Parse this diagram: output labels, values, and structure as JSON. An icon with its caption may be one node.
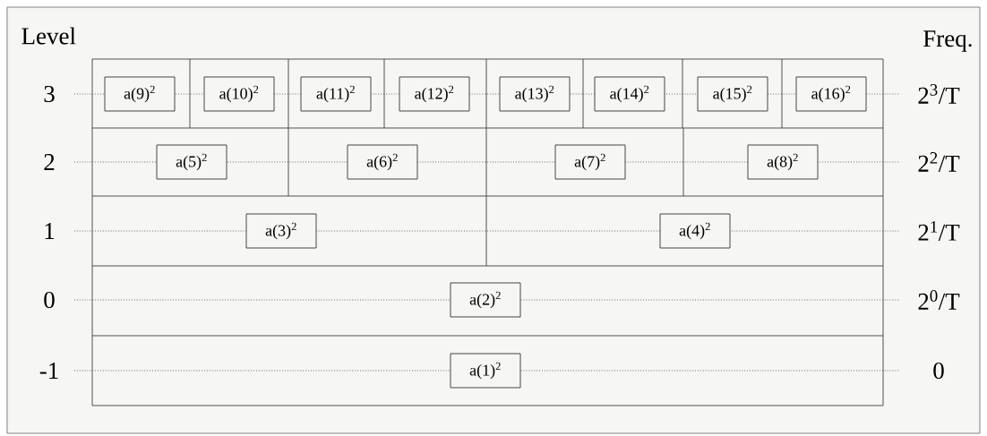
{
  "diagram": {
    "nodes": [
      {
        "text": [
          "a(9)$^{2}$"
        ]
      },
      {
        "text": [
          "a(10)$^{2}$"
        ]
      },
      {
        "text": [
          "a(11)$^{2}$"
        ]
      },
      {
        "text": [
          "a(12)$^{2}$"
        ]
      },
      {
        "text": [
          "a(13)$^{2}$"
        ]
      },
      {
        "text": [
          "a(14)$^{2}$"
        ]
      },
      {
        "text": [
          "a(15)$^{2}$"
        ]
      },
      {
        "text": [
          "a(16)$^{2}$"
        ]
      },
      {
        "text": [
          "a(5)$^{2}$"
        ]
      },
      {
        "text": [
          "a(6)$^{2}$"
        ]
      },
      {
        "text": [
          "a(7)$^{2}$"
        ]
      },
      {
        "text": [
          "a(8)$^{2}$"
        ]
      },
      {
        "text": [
          "a(3)$^{2}$"
        ]
      },
      {
        "text": [
          "a(4)$^{2}$"
        ]
      },
      {
        "text": [
          "a(2)$^{2}$"
        ]
      },
      {
        "text": [
          "a(1)$^{2}$"
        ]
      }
    ],
    "labels": [
      "Level",
      "Freq.",
      "3",
      "2$^{3}$/T",
      "2",
      "2$^{2}$/T",
      "1",
      "2$^{1}$/T",
      "0",
      "2$^{0}$/T",
      "-1",
      "0"
    ]
  }
}
